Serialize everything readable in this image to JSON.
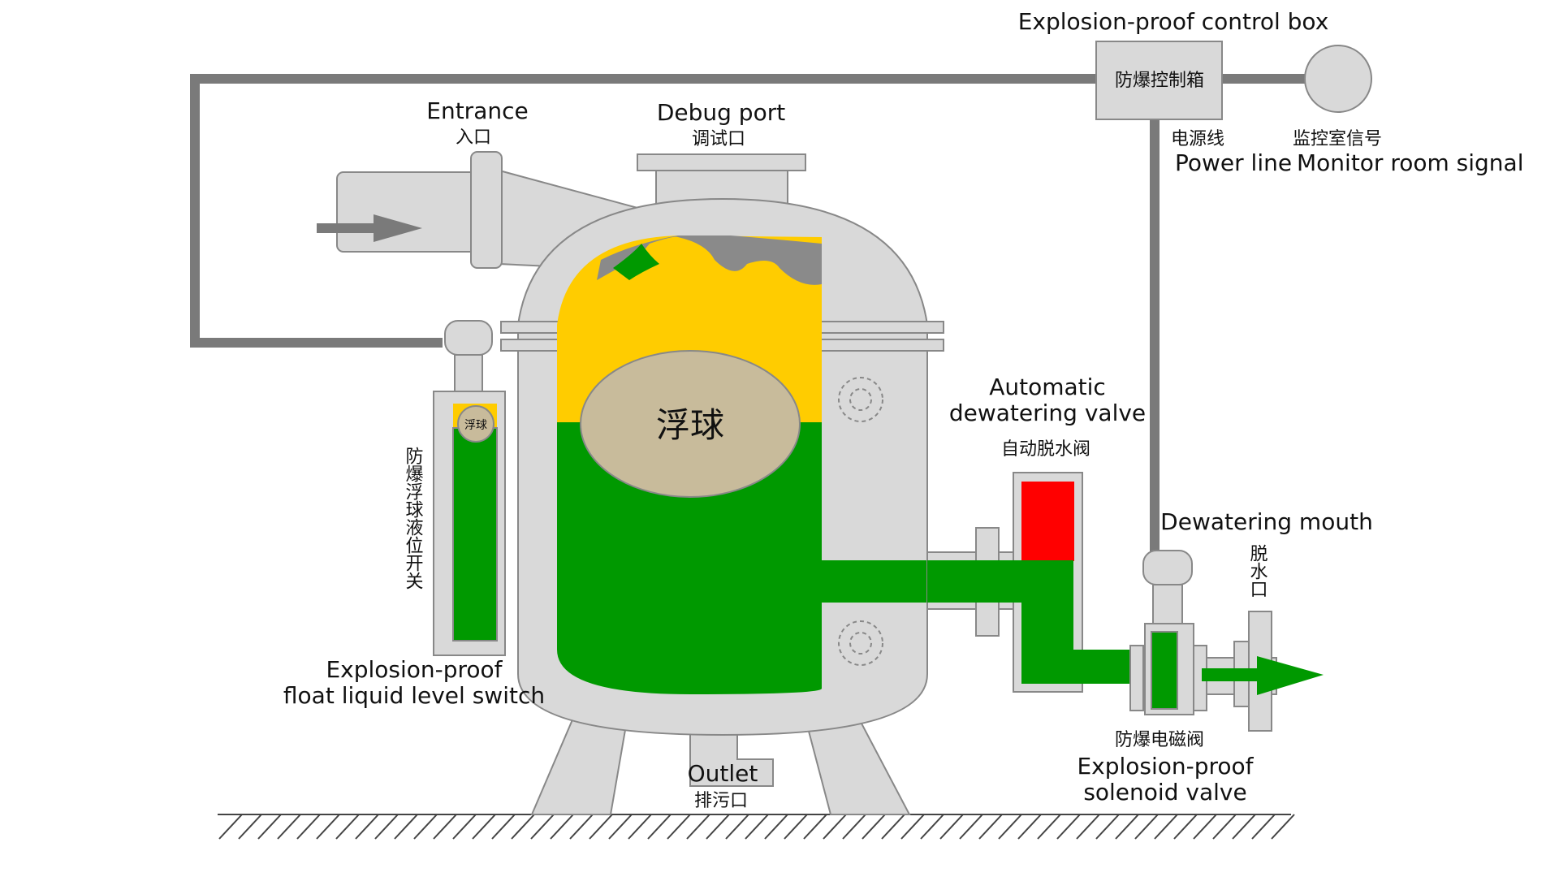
{
  "colors": {
    "equipment": "#d9d9d9",
    "outline": "#888888",
    "pipe_gray": "#7a7a7a",
    "liquid_green": "#009900",
    "liquid_yellow": "#ffcc00",
    "float_tan": "#c8bb9b",
    "valve_red": "#ff0000",
    "gas_gray": "#8a8a8a"
  },
  "labels": {
    "control_box_en": "Explosion-proof control box",
    "control_box_cn": "防爆控制箱",
    "power_line_cn": "电源线",
    "power_line_en": "Power line",
    "monitor_cn": "监控室信号",
    "monitor_en": "Monitor room signal",
    "entrance_en": "Entrance",
    "entrance_cn": "入口",
    "debug_port_en": "Debug port",
    "debug_port_cn": "调试口",
    "float_ball_cn": "浮球",
    "float_ball_small_cn": "浮球",
    "float_switch_vertical_cn": "防爆浮球液位开关",
    "float_switch_en_line1": "Explosion-proof",
    "float_switch_en_line2": "float liquid level switch",
    "auto_valve_en_line1": "Automatic",
    "auto_valve_en_line2": "dewatering valve",
    "auto_valve_cn": "自动脱水阀",
    "dewatering_mouth_en": "Dewatering mouth",
    "dewatering_mouth_vertical_cn": "脱水口",
    "solenoid_cn": "防爆电磁阀",
    "solenoid_en_line1": "Explosion-proof",
    "solenoid_en_line2": "solenoid valve",
    "outlet_en": "Outlet",
    "outlet_cn": "排污口"
  }
}
